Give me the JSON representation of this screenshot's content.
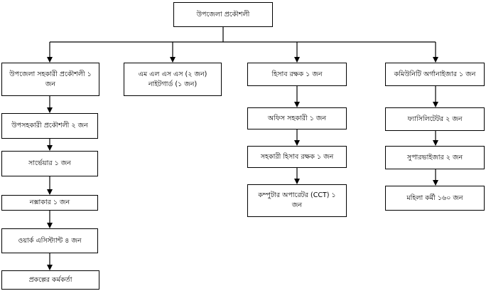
{
  "org_chart": {
    "root": "উপজেলা প্রকৌশলী",
    "columns": [
      {
        "head": "উপজেলা সহকারী প্রকৌশলী ১ জন",
        "children": [
          "উপসহকারী প্রকৌশলী ২ জন",
          "সার্ভেয়ার  ১ জন",
          "নক্সাকার  ১ জন",
          "ওয়ার্ক এসিস্ট্যান্ট ৪ জন",
          "প্রকল্পের কর্মকর্তা"
        ]
      },
      {
        "head_lines": [
          "এম এল এস এস (২ জন)",
          "নাইটগার্ড (১ জন)"
        ],
        "children": []
      },
      {
        "head": "হিসাব রক্ষক ১ জন",
        "children": [
          "অফিস সহকারী ১ জন",
          "সহকারী হিসাব রক্ষক ১ জন",
          "কম্পুটার অপারেটর (CCT) ১ জন"
        ]
      },
      {
        "head": "কমিউনিটি অর্গানাইজার ১ জন",
        "children": [
          "ফ্যাসিলিটেটর ২ জন",
          "সুপারভাইজার ২ জন",
          "মহিলা কর্মী ১৬০ জন"
        ]
      }
    ]
  }
}
